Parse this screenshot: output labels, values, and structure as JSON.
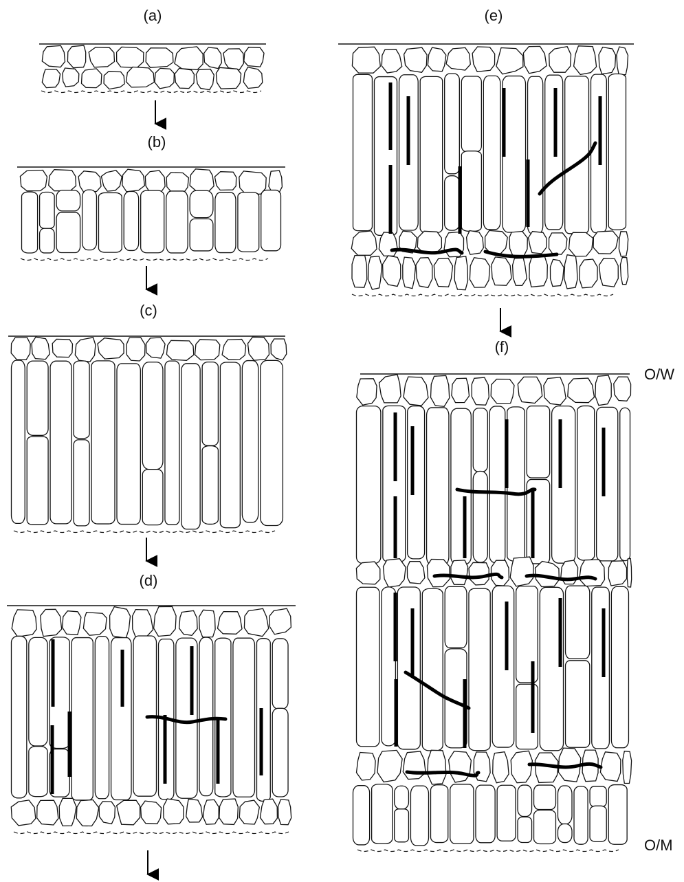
{
  "panel_labels": {
    "a": "(a)",
    "b": "(b)",
    "c": "(c)",
    "d": "(d)",
    "e": "(e)",
    "f": "(f)"
  },
  "interface_labels": {
    "top": "O/W",
    "bottom": "O/M"
  },
  "colors": {
    "line": "#111111",
    "crack": "#000000",
    "background": "#ffffff"
  }
}
